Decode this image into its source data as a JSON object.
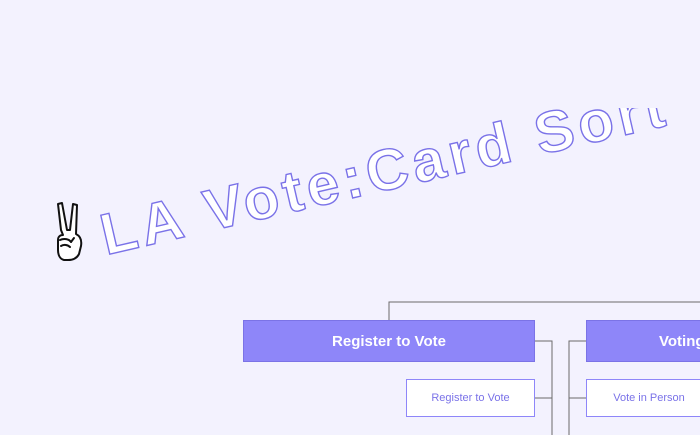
{
  "diagram": {
    "title": "LA Vote:Card Sort",
    "title_icon": "victory-hand-icon",
    "colors": {
      "background": "#f3f2fe",
      "accent": "#8e86f9",
      "title_outline": "#7a72e8",
      "connector": "#6b6b6b"
    },
    "sections": [
      {
        "header": "Register to Vote",
        "cards": [
          "Register to Vote"
        ]
      },
      {
        "header": "Voting",
        "cards": [
          "Vote in Person"
        ]
      }
    ]
  }
}
